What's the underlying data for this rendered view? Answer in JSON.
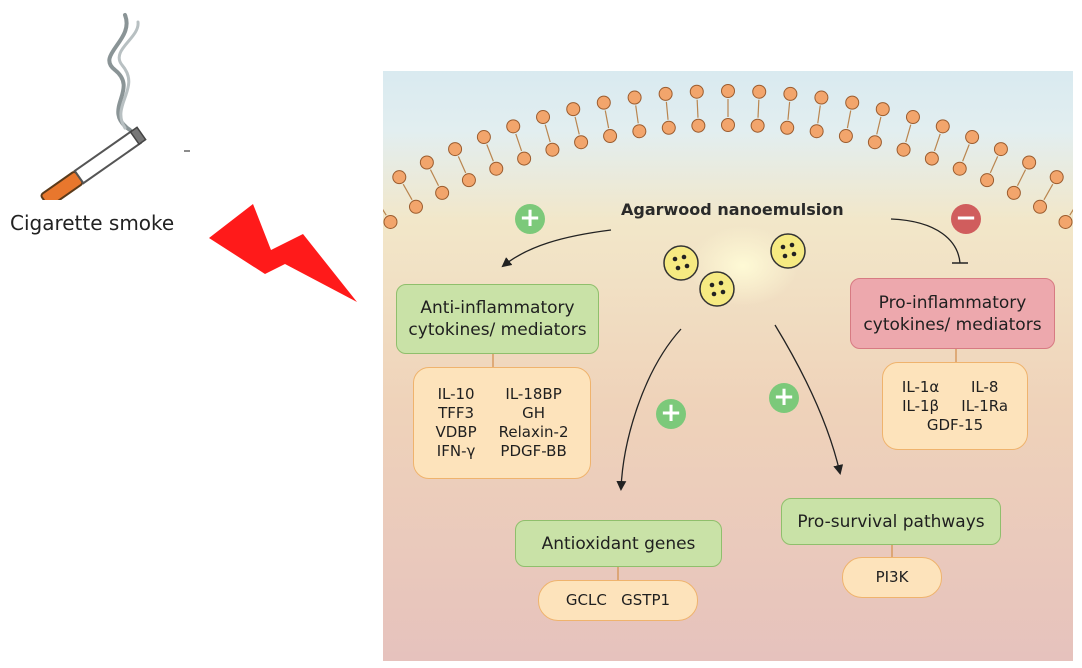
{
  "smoke": {
    "icon": "cigarette-icon",
    "caption": "Cigarette smoke",
    "arrow_icon": "lightning-bolt-icon"
  },
  "center": {
    "title": "Agarwood nanoemulsion",
    "nanoparticle_icon": "nanoparticle-icon"
  },
  "signs": {
    "plus": "+",
    "minus": "−"
  },
  "anti_inflammatory": {
    "label": "Anti-inflammatory\ncytokines/ mediators",
    "items_left": [
      "IL-10",
      "TFF3",
      "VDBP",
      "IFN-γ"
    ],
    "items_right": [
      "IL-18BP",
      "GH",
      "Relaxin-2",
      "PDGF-BB"
    ]
  },
  "pro_inflammatory": {
    "label": "Pro-inflammatory\ncytokines/ mediators",
    "items_row1": [
      "IL-1α",
      "IL-8"
    ],
    "items_row2": [
      "IL-1β",
      "IL-1Ra"
    ],
    "items_row3": "GDF-15"
  },
  "antioxidant": {
    "label": "Antioxidant genes",
    "items": "GCLC   GSTP1"
  },
  "pro_survival": {
    "label": "Pro-survival pathways",
    "items": "PI3K"
  },
  "colors": {
    "plus_sign": "#7cc97a",
    "minus_sign": "#d05d5d",
    "green_box": "#c9e2a7",
    "red_box": "#eda8ad",
    "tan_box": "#fde3bb",
    "lightning": "#ff1a1a",
    "membrane_head": "#f2a56c"
  }
}
